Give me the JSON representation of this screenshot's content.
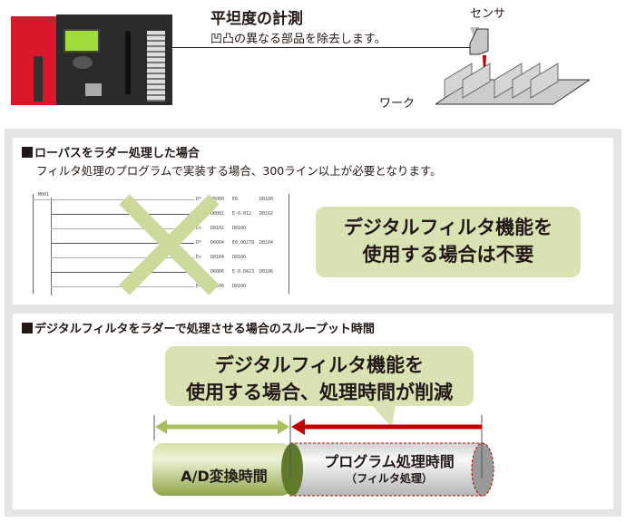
{
  "header": {
    "title": "平坦度の計測",
    "subtitle": "凹凸の異なる部品を除去します。",
    "sensor_label": "センサ",
    "work_label": "ワーク"
  },
  "section1": {
    "heading": "ローパスをラダー処理した場合",
    "description": "フィルタ処理のプログラムで実装する場合、300ライン以上が必要となります。",
    "ladder": {
      "contact": "M001",
      "rows": [
        {
          "op": "D*",
          "a": "D6000",
          "b": "E0",
          "c": "D0100"
        },
        {
          "op": "E*",
          "a": "D6002",
          "b": "E-0.012",
          "c": "D0102"
        },
        {
          "op": "E+",
          "a": "D0102",
          "b": "D0100",
          "c": ""
        },
        {
          "op": "D*",
          "a": "D6004",
          "b": "E0.00278",
          "c": "D0104"
        },
        {
          "op": "E+",
          "a": "D0104",
          "b": "D0100",
          "c": ""
        },
        {
          "op": "D*",
          "a": "D6006",
          "b": "E-0.0423",
          "c": "D0106"
        },
        {
          "op": "E+",
          "a": "D0106",
          "b": "D0100",
          "c": ""
        }
      ]
    },
    "callout": [
      "デジタルフィルタ機能を",
      "使用する場合は不要"
    ]
  },
  "section2": {
    "heading": "デジタルフィルタをラダーで処理させる場合のスループット時間",
    "callout": [
      "デジタルフィルタ機能を",
      "使用する場合、処理時間が削減"
    ],
    "ad_label": "A/D変換時間",
    "program_label": "プログラム処理時間",
    "program_sub": "（フィルタ処理）"
  },
  "colors": {
    "green": "#a9bf5f",
    "light_green": "#d8e2b3",
    "red": "#c00000",
    "plc_red": "#d7182a"
  }
}
